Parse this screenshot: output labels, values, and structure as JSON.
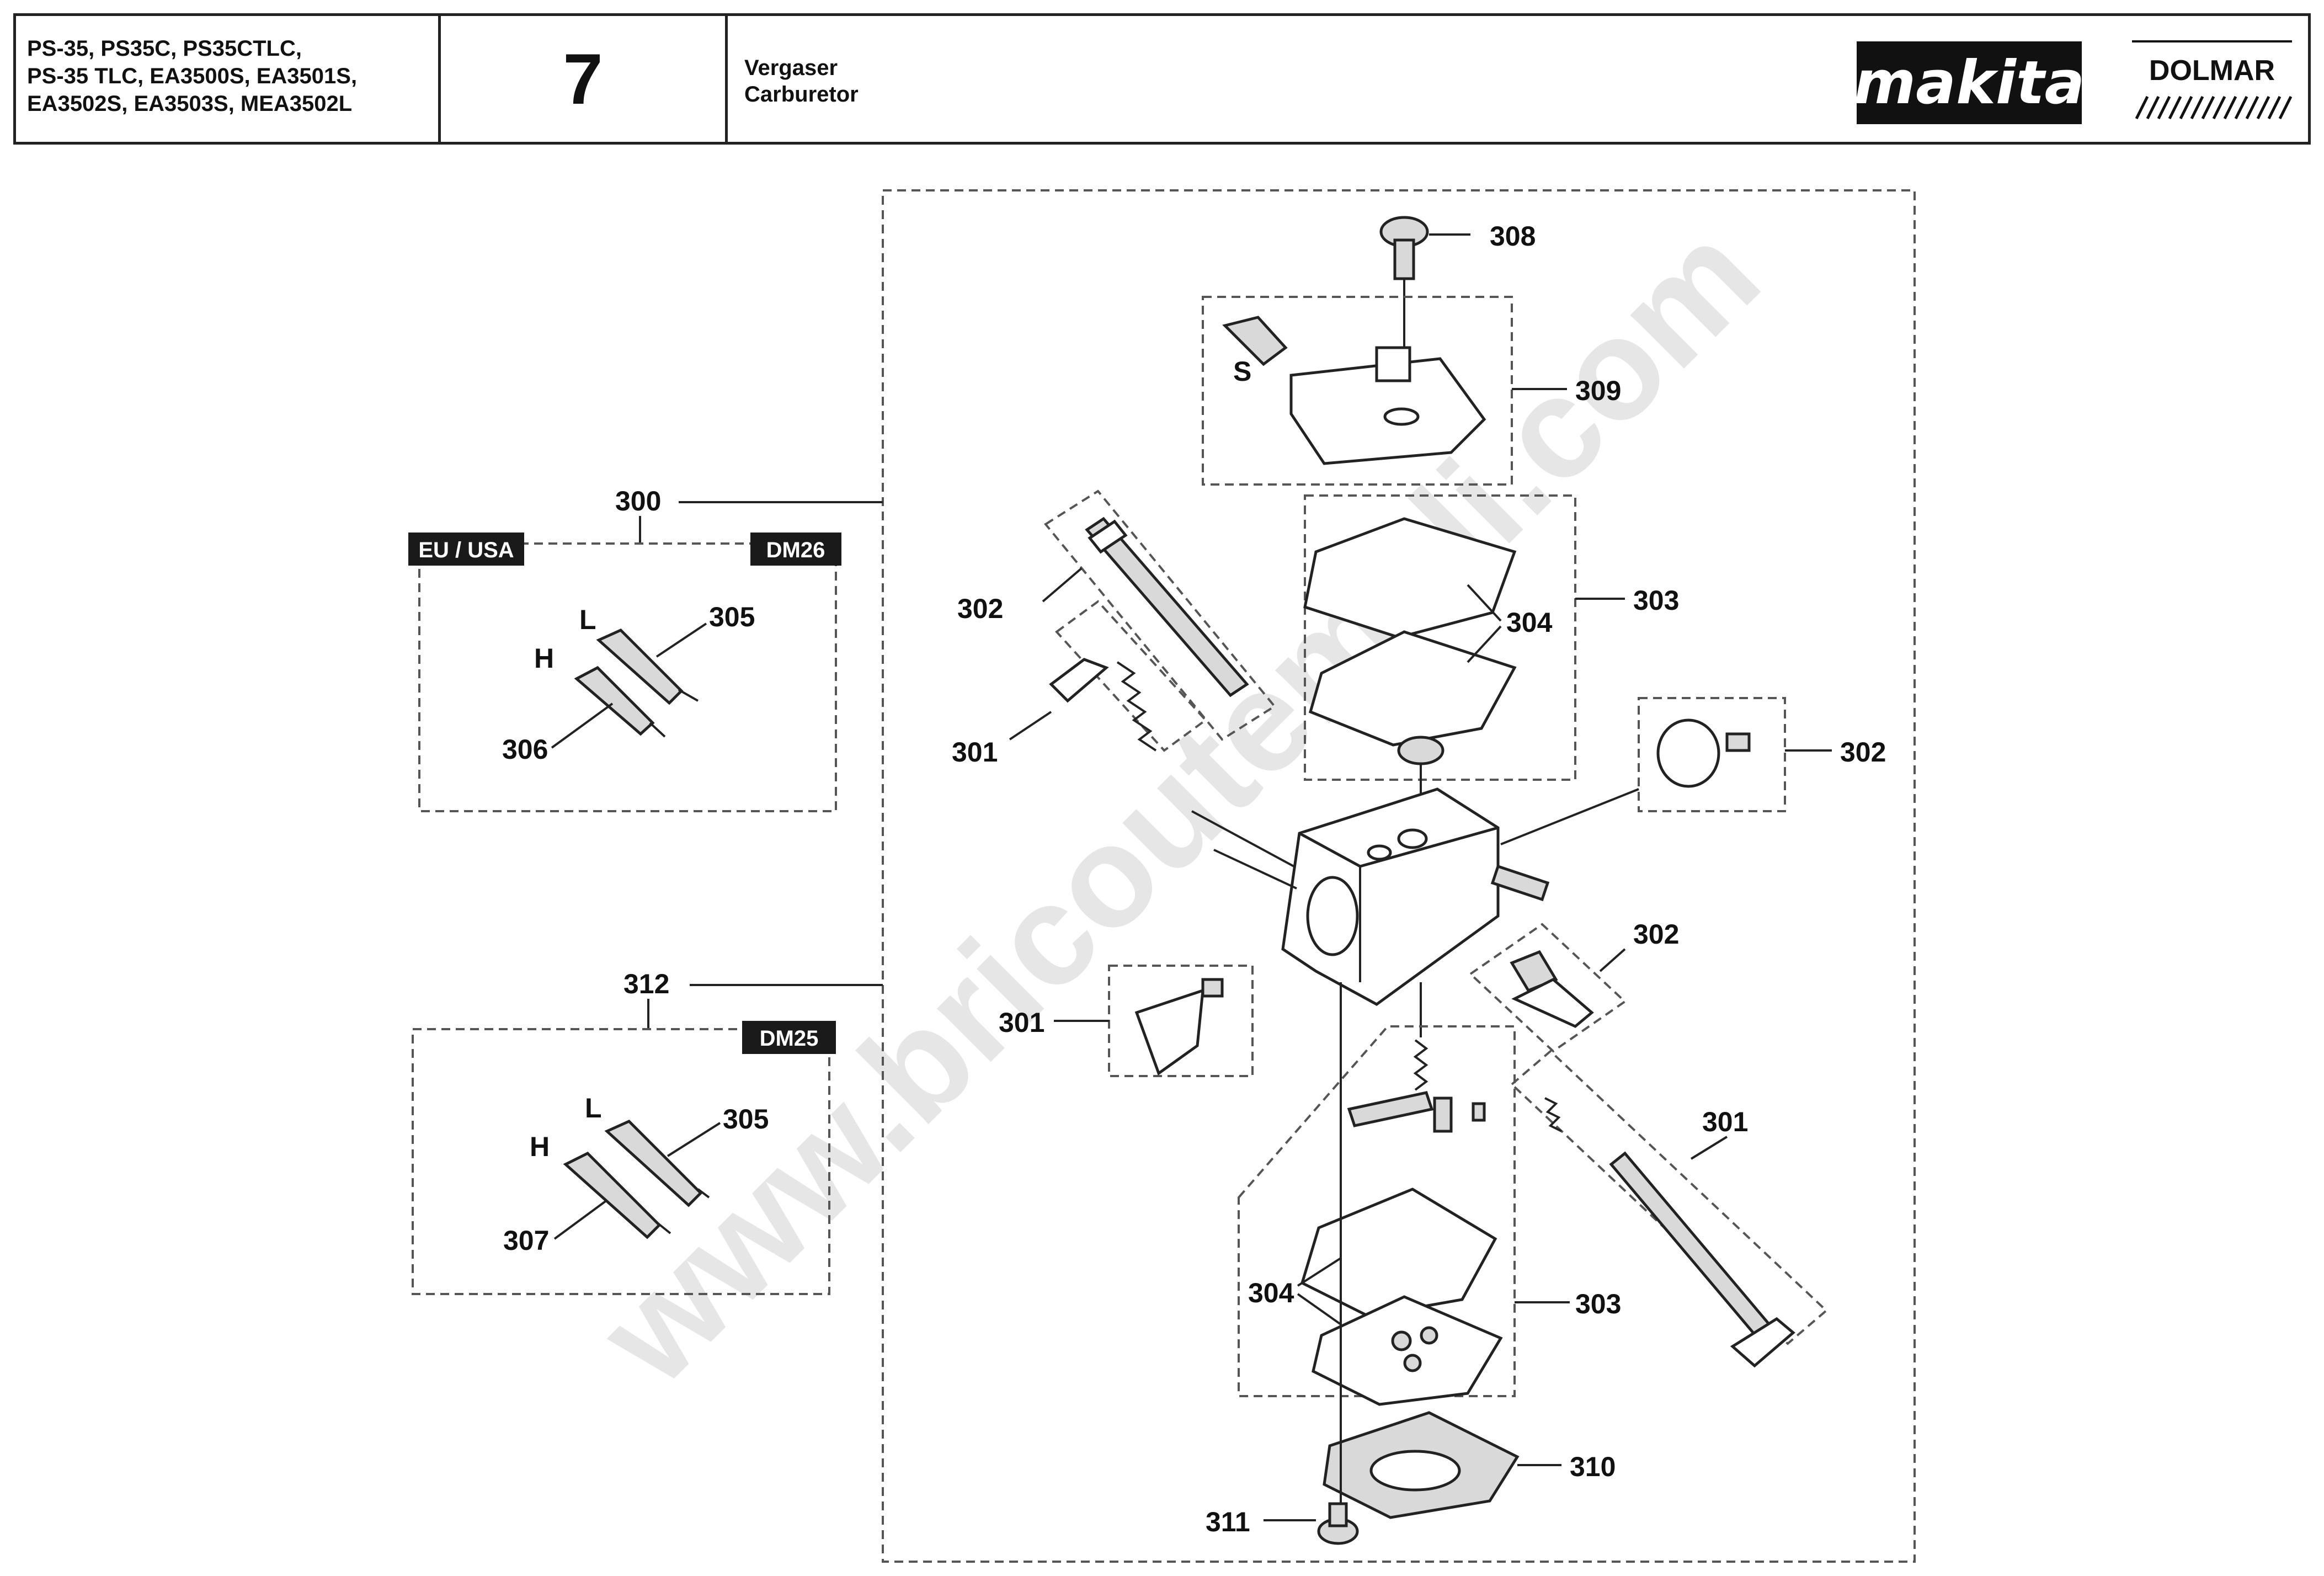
{
  "header": {
    "models": [
      "PS-35, PS35C, PS35CTLC,",
      "PS-35 TLC, EA3500S, EA3501S,",
      "EA3502S, EA3503S, MEA3502L"
    ],
    "page_number": "7",
    "title_de": "Vergaser",
    "title_en": "Carburetor",
    "brand_primary": "makita",
    "brand_secondary": "DOLMAR"
  },
  "diagram": {
    "group_boxes": {
      "eu_usa": {
        "ref": "300",
        "tag_left": "EU / USA",
        "tag_right": "DM26"
      },
      "dm25": {
        "ref": "312",
        "tag_right": "DM25"
      }
    },
    "needle_labels": {
      "low": "L",
      "high": "H",
      "screw": "S"
    },
    "callouts": [
      "300",
      "305",
      "306",
      "312",
      "305",
      "307",
      "308",
      "309",
      "302",
      "303",
      "304",
      "301",
      "302",
      "302",
      "301",
      "301",
      "304",
      "303",
      "310",
      "311"
    ],
    "watermark": "www.bricoutemnli.com"
  },
  "colors": {
    "line": "#222222",
    "tag_bg": "#1a1a1a",
    "tag_text": "#ffffff",
    "watermark": "#e8e8e8"
  },
  "icons": [
    "makita-logo",
    "dolmar-logo",
    "carburetor-body-icon",
    "needle-icon",
    "screw-icon",
    "spring-icon",
    "gasket-icon",
    "membrane-icon",
    "lever-icon",
    "shaft-icon",
    "cover-icon",
    "valve-plate-icon"
  ]
}
